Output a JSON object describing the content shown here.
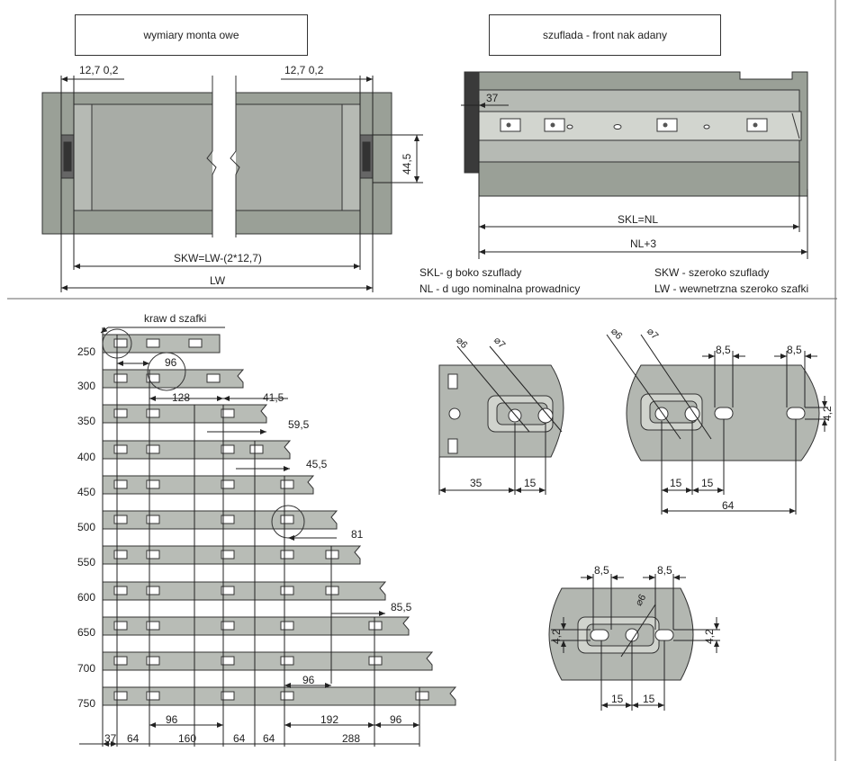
{
  "titles": {
    "mounting": "wymiary monta owe",
    "front": "szuflada - front nak adany"
  },
  "top_left": {
    "offset_left": "12,7  0,2",
    "offset_right": "12,7  0,2",
    "height": "44,5",
    "skw": "SKW=LW-(2*12,7)",
    "lw": "LW"
  },
  "top_right": {
    "dim37": "37",
    "skl": "SKL=NL",
    "nl3": "NL+3"
  },
  "legend": {
    "skl": "SKL- g  boko   szuflady",
    "nl": "NL - d ugo   nominalna prowadnicy",
    "skw": "SKW - szeroko   szuflady",
    "lw": "LW - wewnetrzna szeroko   szafki"
  },
  "rails": {
    "edge_label": "kraw  d  szafki",
    "lengths": [
      "250",
      "300",
      "350",
      "400",
      "450",
      "500",
      "550",
      "600",
      "650",
      "700",
      "750"
    ],
    "dims": {
      "d96a": "96",
      "d128": "128",
      "d41": "41,5",
      "d59": "59,5",
      "d45": "45,5",
      "d81": "81",
      "d85": "85,5",
      "d96b": "96",
      "b96": "96",
      "b192": "192",
      "b96r": "96",
      "bot37": "37",
      "bot64a": "64",
      "bot160": "160",
      "bot64b": "64",
      "bot64c": "64",
      "bot288": "288"
    }
  },
  "detail1": {
    "d6": "⌀6",
    "d7": "⌀7",
    "w35": "35",
    "w15": "15"
  },
  "detail2": {
    "d6": "⌀6",
    "d7": "⌀7",
    "s85a": "8,5",
    "s85b": "8,5",
    "h42": "4,2",
    "w15a": "15",
    "w15b": "15",
    "w64": "64"
  },
  "detail3": {
    "s85a": "8,5",
    "s85b": "8,5",
    "d6": "⌀6",
    "h42l": "4,2",
    "h42r": "4,2",
    "w15a": "15",
    "w15b": "15"
  }
}
